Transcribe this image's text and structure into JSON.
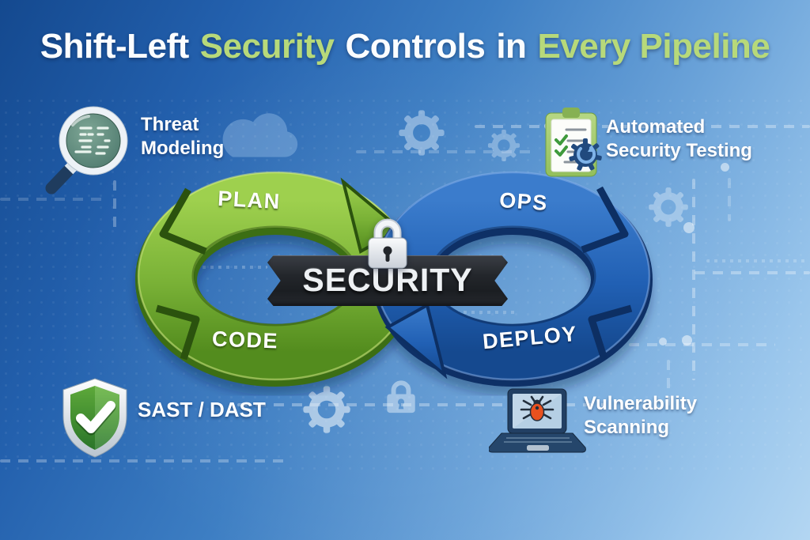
{
  "title": {
    "segments": [
      {
        "text": "Shift-Left"
      },
      {
        "text": "Security"
      },
      {
        "text": "Controls"
      },
      {
        "text": "in"
      },
      {
        "text": "Every Pipeline"
      }
    ]
  },
  "loop": {
    "banner": "SECURITY",
    "left_top": "PLAN",
    "left_bottom": "CODE",
    "right_top": "OPS",
    "right_bottom": "DEPLOY"
  },
  "callouts": {
    "threat_modeling": {
      "line1": "Threat",
      "line2": "Modeling",
      "icon": "magnifier-code-icon"
    },
    "automated_testing": {
      "line1": "Automated",
      "line2": "Security Testing",
      "icon": "clipboard-gear-icon"
    },
    "sast_dast": {
      "line1": "SAST / DAST",
      "icon": "shield-check-icon"
    },
    "vulnerability_scanning": {
      "line1": "Vulnerability",
      "line2": "Scanning",
      "icon": "laptop-bug-icon"
    }
  },
  "colors": {
    "bg_top": "#14498f",
    "bg_mid": "#3d7ec3",
    "bg_bottom": "#b3d6f2",
    "title_green": "#b7d97a",
    "text_white": "#fbfdff",
    "green_hi": "#9ed04e",
    "green_main": "#79b136",
    "green_sh": "#538c1e",
    "green_dark": "#2b520e",
    "blue_hi": "#3b7ccc",
    "blue_main": "#2160b4",
    "blue_sh": "#15498f",
    "blue_dark": "#0d2f63",
    "ribbon_dark": "#202329",
    "bug_orange": "#e8511f"
  }
}
